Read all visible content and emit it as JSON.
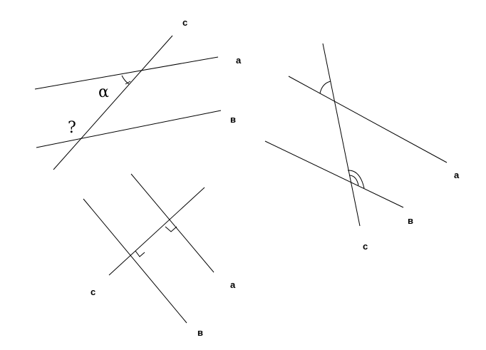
{
  "figures": [
    {
      "name": "figure-1",
      "labels": {
        "a": "a",
        "b": "в",
        "c": "c"
      },
      "angle_marks": {
        "alpha": "α",
        "unknown": "?"
      }
    },
    {
      "name": "figure-2",
      "labels": {
        "a": "a",
        "b": "в",
        "c": "c"
      }
    },
    {
      "name": "figure-3",
      "labels": {
        "a": "a",
        "b": "в",
        "c": "c"
      }
    }
  ]
}
